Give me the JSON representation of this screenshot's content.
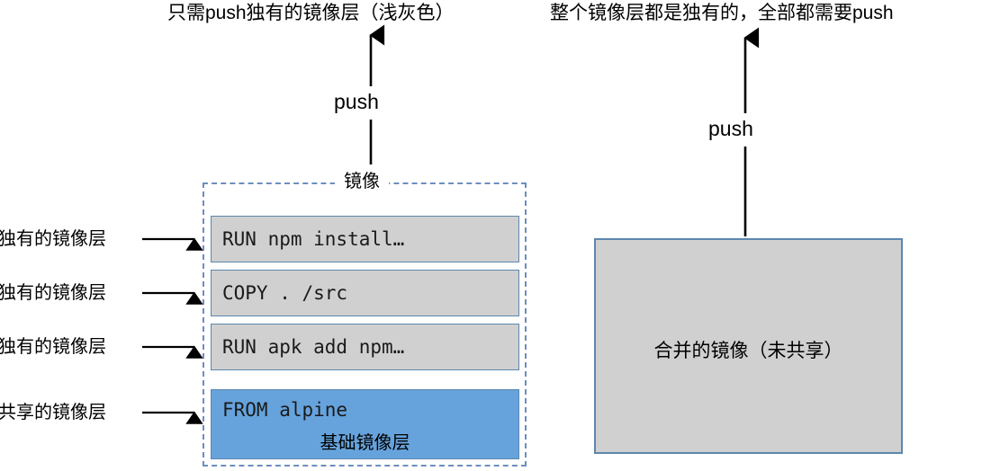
{
  "titles": {
    "left": "只需push独有的镜像层（浅灰色）",
    "right": "整个镜像层都是独有的，全部都需要push"
  },
  "arrows": {
    "push_left_label": "push",
    "push_right_label": "push"
  },
  "left_diagram": {
    "group_label": "镜像",
    "layers": [
      {
        "code": "RUN npm install…",
        "kind": "unique",
        "side_label": "独有的镜像层"
      },
      {
        "code": "COPY . /src",
        "kind": "unique",
        "side_label": "独有的镜像层"
      },
      {
        "code": "RUN apk add npm…",
        "kind": "unique",
        "side_label": "独有的镜像层"
      },
      {
        "code": "FROM alpine",
        "kind": "base",
        "caption": "基础镜像层",
        "side_label": "共享的镜像层"
      }
    ]
  },
  "right_diagram": {
    "merged_label": "合并的镜像（未共享）"
  },
  "colors": {
    "unique_layer_fill": "#d0d0d0",
    "base_layer_fill": "#66a3dc",
    "box_border": "#5d87ae",
    "dashed_border": "#6c8ebf",
    "text": "#000000",
    "background": "#ffffff"
  }
}
